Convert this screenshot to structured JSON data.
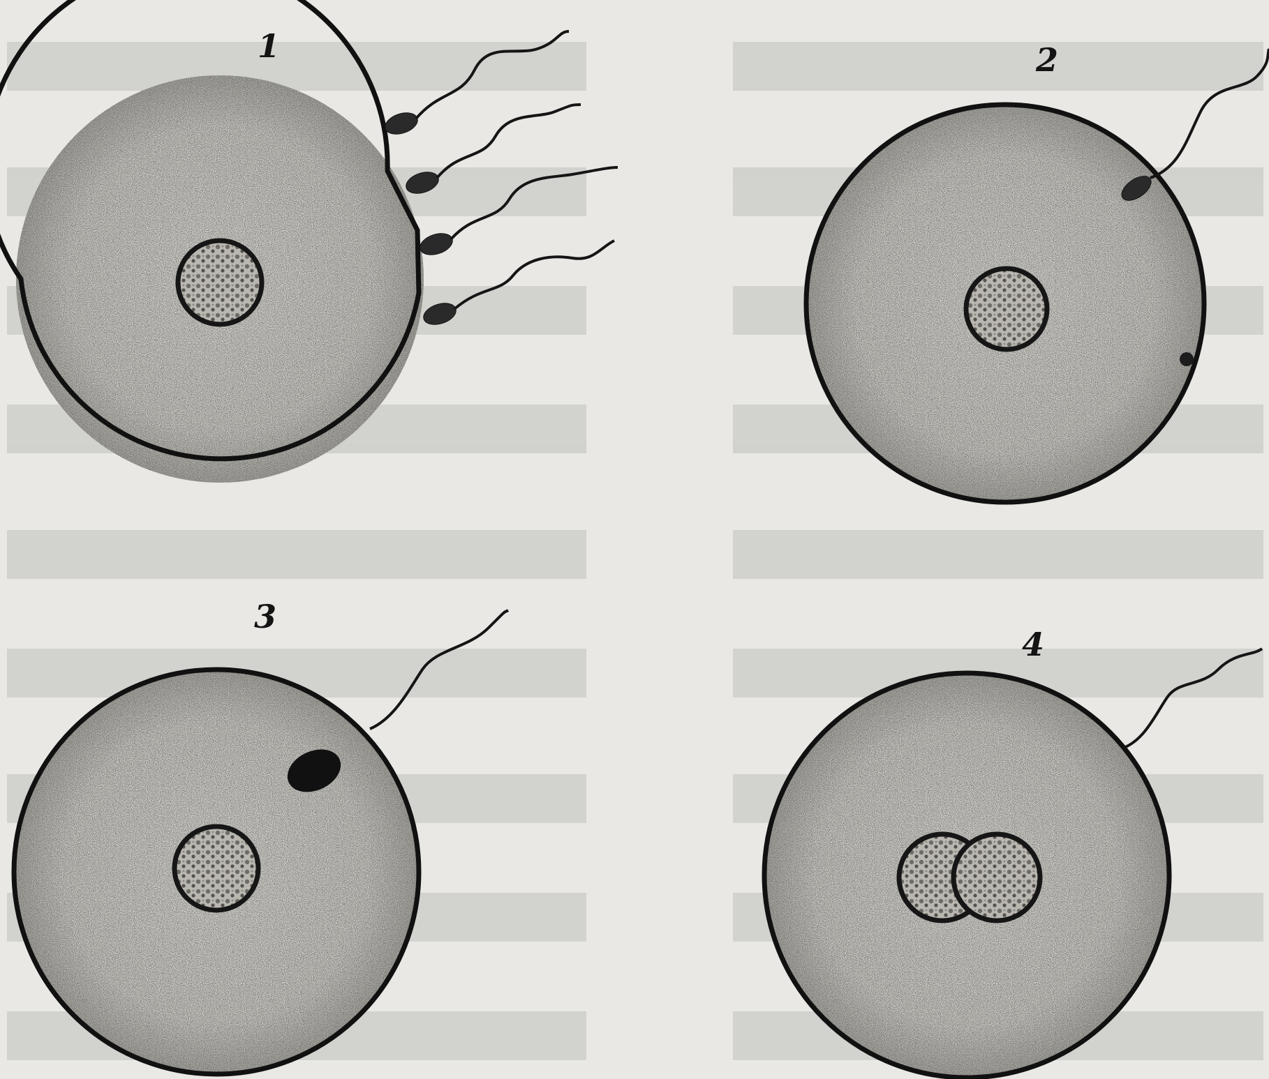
{
  "panels": [
    {
      "label": "1",
      "sperm_count": 4,
      "stage": "sperm-at-surface"
    },
    {
      "label": "2",
      "sperm_count": 1,
      "stage": "sperm-entering"
    },
    {
      "label": "3",
      "sperm_count": 1,
      "stage": "sperm-nucleus-inside"
    },
    {
      "label": "4",
      "sperm_count": 1,
      "stage": "nuclei-fusing"
    }
  ],
  "colors": {
    "paper": "#e9e8e4",
    "cytoplasm": "#d6d4ce",
    "ink": "#1a1a1a"
  }
}
